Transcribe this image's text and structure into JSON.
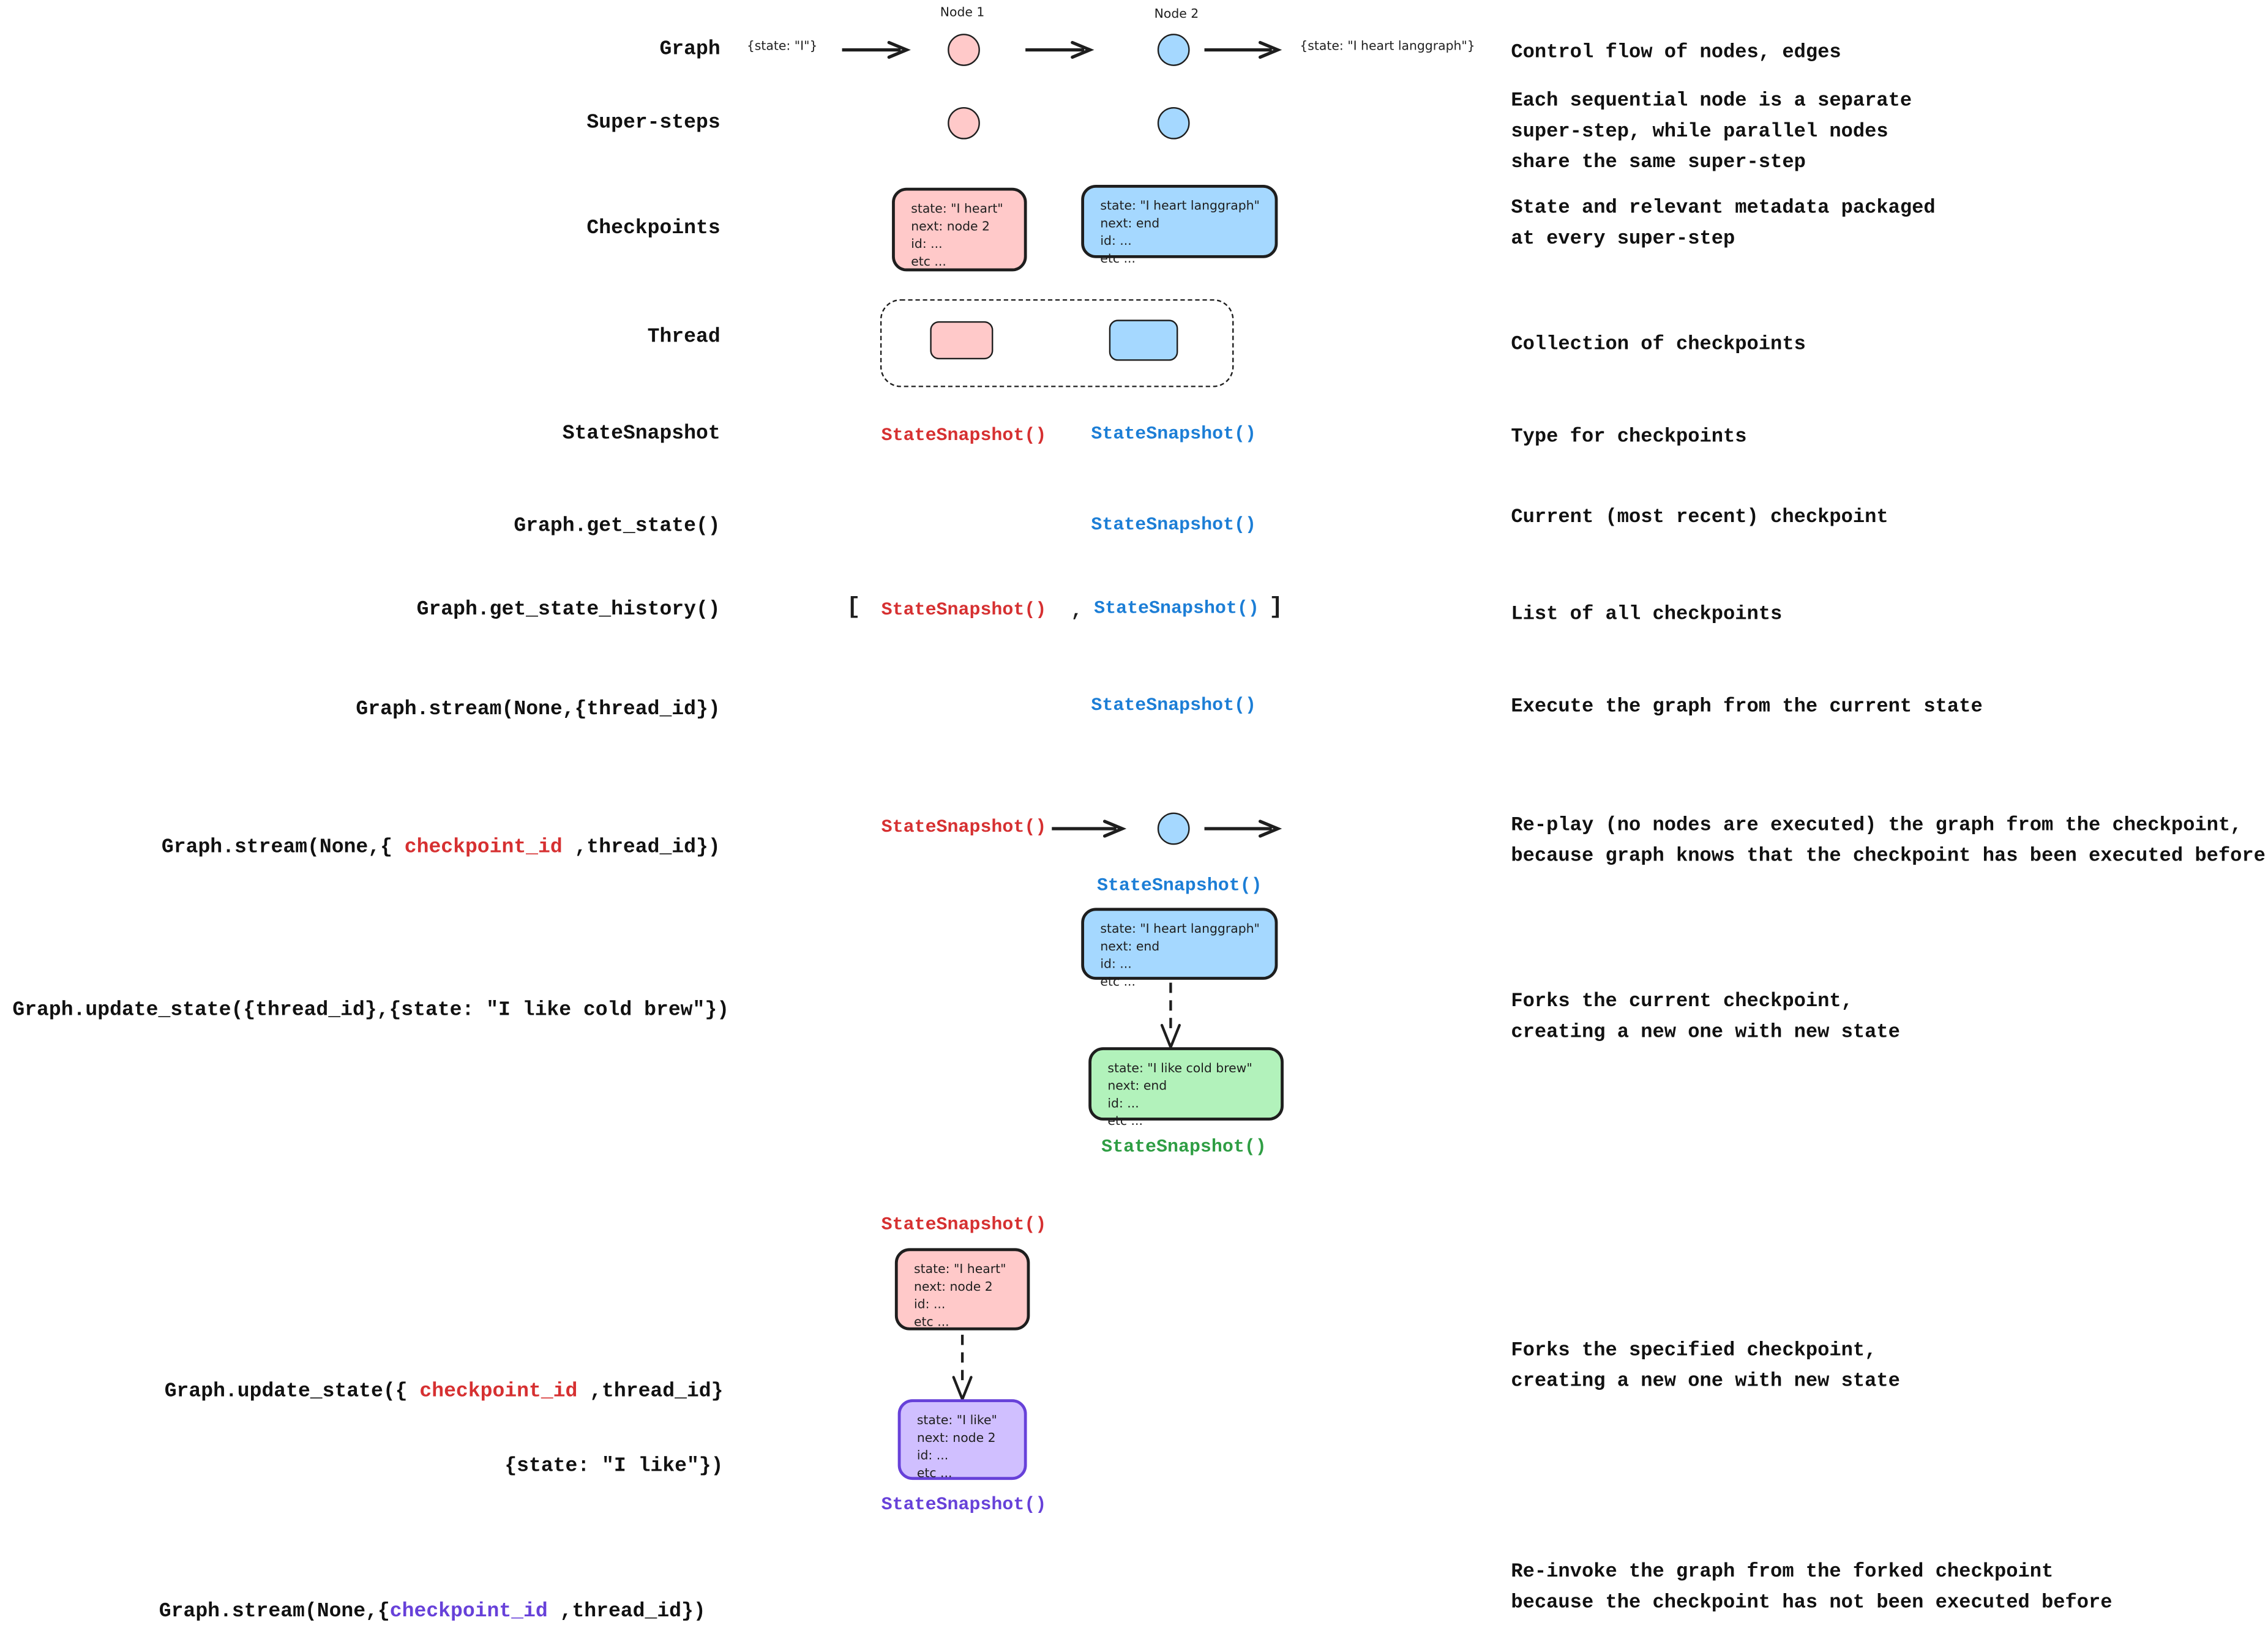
{
  "palette": {
    "pink_fill": "#ffc9c9",
    "blue_fill": "#a5d8ff",
    "green_fill": "#b2f2bb",
    "purple_fill": "#d0bfff",
    "red_text": "#d63031",
    "blue_text": "#1c7ed6",
    "green_text": "#2f9e44",
    "purple_text": "#6741d9",
    "ink": "#1e1e1e"
  },
  "calls": {
    "state_snapshot": "StateSnapshot()"
  },
  "cards": {
    "pink": {
      "lines": [
        "state: \"I heart\"",
        "next: node 2",
        "id: ...",
        "etc ..."
      ]
    },
    "blue": {
      "lines": [
        "state: \"I heart langgraph\"",
        "next: end",
        "id: ...",
        "etc ..."
      ]
    },
    "green": {
      "lines": [
        "state: \"I like cold brew\"",
        "next: end",
        "id: ...",
        "etc ..."
      ]
    },
    "purple": {
      "lines": [
        "state: \"I like\"",
        "next: node 2",
        "id: ...",
        "etc ..."
      ]
    }
  },
  "rows": {
    "graph": {
      "label": "Graph",
      "input_state": "{state: \"I\"}",
      "node1_label": "Node 1",
      "node2_label": "Node 2",
      "output_state": "{state: \"I heart langgraph\"}",
      "description": "Control flow of nodes, edges"
    },
    "super_steps": {
      "label": "Super-steps",
      "description": "Each sequential node is a separate\nsuper-step, while parallel nodes\nshare the same super-step"
    },
    "checkpoints": {
      "label": "Checkpoints",
      "description": "State and relevant metadata packaged\nat every super-step"
    },
    "thread": {
      "label": "Thread",
      "description": "Collection of checkpoints"
    },
    "state_snapshot": {
      "label": "StateSnapshot",
      "description": "Type for checkpoints"
    },
    "get_state": {
      "label": "Graph.get_state()",
      "description": "Current (most recent) checkpoint"
    },
    "get_state_history": {
      "label": "Graph.get_state_history()",
      "open_bracket": "[",
      "comma": ",",
      "close_bracket": "]",
      "description": "List of all checkpoints"
    },
    "stream_thread": {
      "label": "Graph.stream(None,{thread_id})",
      "description": "Execute the graph from the current state"
    },
    "stream_checkpoint": {
      "label_prefix": "Graph.stream(None,{ ",
      "label_checkpoint_id": "checkpoint_id",
      "label_suffix": " ,thread_id})",
      "description": "Re-play (no nodes are executed) the graph from the checkpoint,\nbecause graph knows that the checkpoint has been executed before"
    },
    "update_state_thread": {
      "label": "Graph.update_state({thread_id},{state: \"I like cold brew\"})",
      "description": "Forks the current checkpoint,\ncreating a new one with new state"
    },
    "update_state_checkpoint": {
      "label_line1_prefix": "Graph.update_state({ ",
      "label_checkpoint_id": "checkpoint_id",
      "label_line1_suffix": " ,thread_id}",
      "label_line2": "{state: \"I like\"})",
      "description": "Forks the specified checkpoint,\ncreating a new one with new state"
    },
    "stream_forked": {
      "label_prefix": "Graph.stream(None,{",
      "label_checkpoint_id": "checkpoint_id",
      "label_suffix": " ,thread_id})",
      "description": "Re-invoke the graph from the forked checkpoint\nbecause the checkpoint has not been executed before"
    }
  }
}
